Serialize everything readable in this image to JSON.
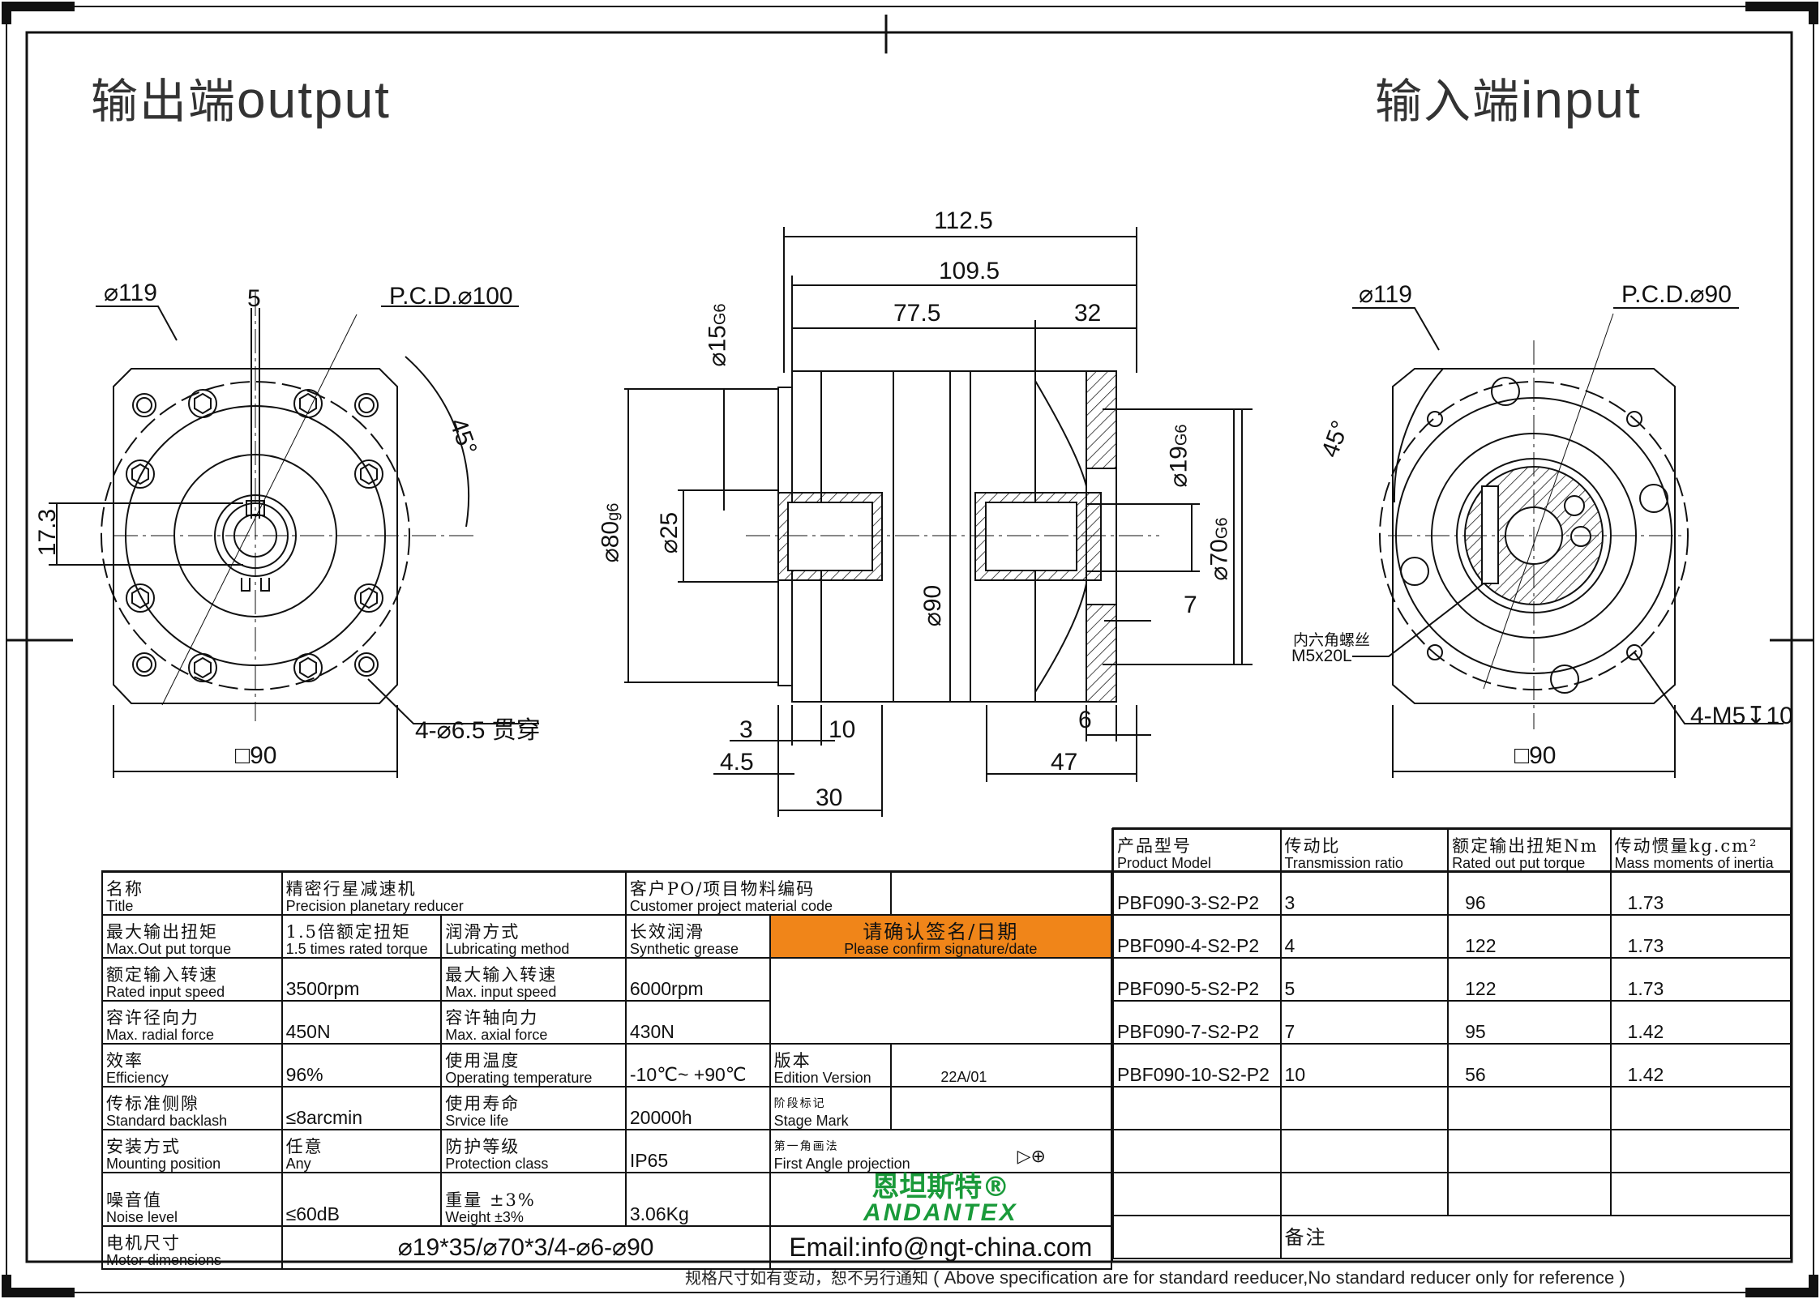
{
  "header": {
    "output_zh": "输出端",
    "output_en": "output",
    "input_zh": "输入端",
    "input_en": "input"
  },
  "dimensions": {
    "left_view": {
      "outer_dia": "⌀119",
      "key_width": "5",
      "pcd": "P.C.D.⌀100",
      "angle": "45°",
      "key_height": "17.3",
      "holes": "4-⌀6.5 贯穿",
      "square": "□90"
    },
    "side_view": {
      "overall_len": "112.5",
      "body_len": "109.5",
      "len_a": "77.5",
      "len_b": "32",
      "shaft_dia": "⌀15",
      "shaft_tol": "G6",
      "pilot_dia": "⌀80",
      "pilot_tol": "g6",
      "hub_dia": "⌀25",
      "body_dia": "⌀90",
      "input_bore": "⌀19",
      "input_bore_tol": "G6",
      "input_pilot": "⌀70",
      "input_pilot_tol": "G6",
      "gap_7": "7",
      "d3": "3",
      "d10": "10",
      "d4_5": "4.5",
      "d30": "30",
      "d6": "6",
      "d47": "47"
    },
    "right_view": {
      "outer_dia": "⌀119",
      "pcd": "P.C.D.⌀90",
      "angle": "45°",
      "screw_zh": "内六角螺丝",
      "screw": "M5x20L",
      "holes": "4-M5",
      "hole_depth": "10",
      "square": "□90"
    }
  },
  "spec_table": {
    "title_zh": "名称",
    "title_en": "Title",
    "product_zh": "精密行星减速机",
    "product_en": "Precision planetary reducer",
    "customer_zh": "客户PO/项目物料编码",
    "customer_en": "Customer project material code",
    "max_torque_zh": "最大输出扭矩",
    "max_torque_en": "Max.Out put torque",
    "max_torque_val_zh": "1.5倍额定扭矩",
    "max_torque_val_en": "1.5 times rated torque",
    "lube_zh": "润滑方式",
    "lube_en": "Lubricating method",
    "lube_val_zh": "长效润滑",
    "lube_val_en": "Synthetic grease",
    "confirm_zh": "请确认签名/日期",
    "confirm_en": "Please confirm signature/date",
    "rated_speed_zh": "额定输入转速",
    "rated_speed_en": "Rated input speed",
    "rated_speed_val": "3500rpm",
    "max_speed_zh": "最大输入转速",
    "max_speed_en": "Max. input speed",
    "max_speed_val": "6000rpm",
    "radial_zh": "容许径向力",
    "radial_en": "Max. radial force",
    "radial_val": "450N",
    "axial_zh": "容许轴向力",
    "axial_en": "Max. axial force",
    "axial_val": "430N",
    "eff_zh": "效率",
    "eff_en": "Efficiency",
    "eff_val": "96%",
    "temp_zh": "使用温度",
    "temp_en": "Operating temperature",
    "temp_val": "-10℃~ +90℃",
    "backlash_zh": "传标准侧隙",
    "backlash_en": "Standard backlash",
    "backlash_val": "≤8arcmin",
    "life_zh": "使用寿命",
    "life_en": "Srvice life",
    "life_val": "20000h",
    "mount_zh": "安装方式",
    "mount_en": "Mounting position",
    "mount_val_zh": "任意",
    "mount_val_en": "Any",
    "protect_zh": "防护等级",
    "protect_en": "Protection class",
    "protect_val": "IP65",
    "noise_zh": "噪音值",
    "noise_en": "Noise level",
    "noise_val": "≤60dB",
    "weight_zh": "重量 ±3%",
    "weight_en": "Weight ±3%",
    "weight_val": "3.06Kg",
    "motor_zh": "电机尺寸",
    "motor_en": "Motor dimensions",
    "motor_val": "⌀19*35/⌀70*3/4-⌀6-⌀90",
    "edition_zh": "版本",
    "edition_en": "Edition Version",
    "edition_val": "22A/01",
    "stage_zh": "阶段标记",
    "stage_en": "Stage Mark",
    "proj_zh": "第一角画法",
    "proj_en": "First Angle projection",
    "logo_zh": "恩坦斯特®",
    "logo_en": "ANDANTEX",
    "email": "Email:info@ngt-china.com",
    "remark_zh": "备注"
  },
  "model_table": {
    "headers": [
      {
        "zh": "产品型号",
        "en": "Product Model"
      },
      {
        "zh": "传动比",
        "en": "Transmission ratio"
      },
      {
        "zh": "额定输出扭矩Nm",
        "en": "Rated out put torque"
      },
      {
        "zh": "传动惯量kg.cm²",
        "en": "Mass moments of inertia"
      }
    ],
    "rows": [
      [
        "PBF090-3-S2-P2",
        "3",
        "96",
        "1.73"
      ],
      [
        "PBF090-4-S2-P2",
        "4",
        "122",
        "1.73"
      ],
      [
        "PBF090-5-S2-P2",
        "5",
        "122",
        "1.73"
      ],
      [
        "PBF090-7-S2-P2",
        "7",
        "95",
        "1.42"
      ],
      [
        "PBF090-10-S2-P2",
        "10",
        "56",
        "1.42"
      ]
    ]
  },
  "footer": {
    "zh": "规格尺寸如有变动，恕不另行通知",
    "en": "( Above specification are for standard reeducer,No standard reducer only for reference )"
  }
}
